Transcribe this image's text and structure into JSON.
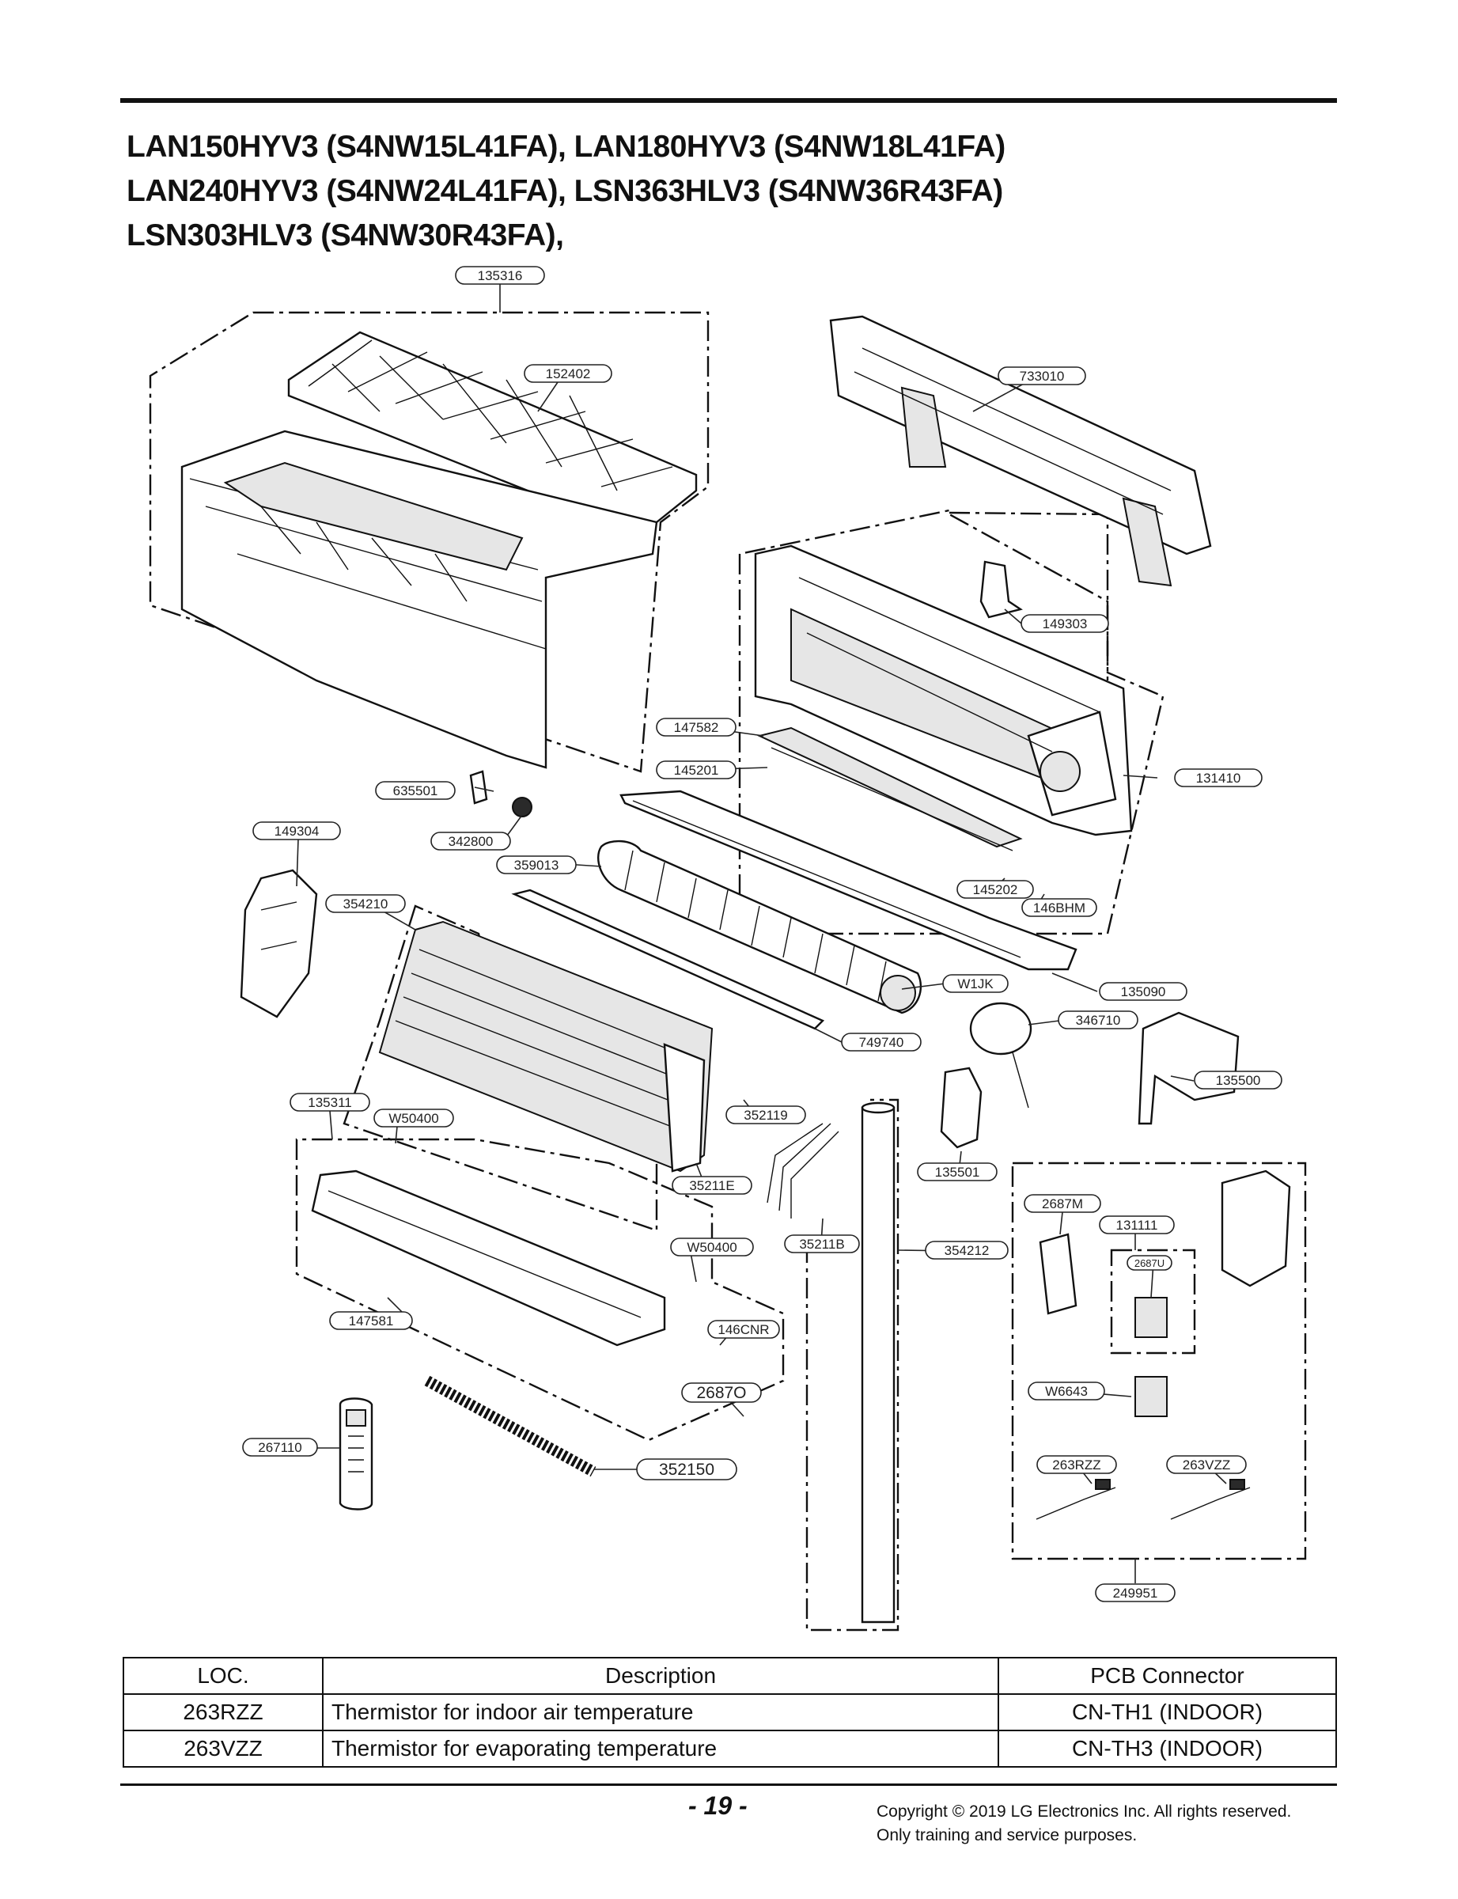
{
  "title_lines": [
    "LAN150HYV3 (S4NW15L41FA), LAN180HYV3 (S4NW18L41FA)",
    "LAN240HYV3 (S4NW24L41FA), LSN363HLV3 (S4NW36R43FA)",
    "LSN303HLV3 (S4NW30R43FA),"
  ],
  "labels": {
    "l135316": "135316",
    "l152402": "152402",
    "l733010": "733010",
    "l149303": "149303",
    "l147582": "147582",
    "l145201": "145201",
    "l131410": "131410",
    "l635501": "635501",
    "l149304": "149304",
    "l342800": "342800",
    "l359013": "359013",
    "l145202": "145202",
    "l146BHM": "146BHM",
    "l354210": "354210",
    "lW1JK": "W1JK",
    "l135090": "135090",
    "l346710": "346710",
    "l749740": "749740",
    "l135500": "135500",
    "l135311": "135311",
    "lW50400a": "W50400",
    "l352119": "352119",
    "l35211E": "35211E",
    "l135501": "135501",
    "l2687M": "2687M",
    "l131111": "131111",
    "l2687U": "2687U",
    "lW50400b": "W50400",
    "l35211B": "35211B",
    "l354212": "354212",
    "l147581": "147581",
    "l146CNR": "146CNR",
    "l2687O": "2687O",
    "lW6643": "W6643",
    "l267110": "267110",
    "l352150": "352150",
    "l263RZZ": "263RZZ",
    "l263VZZ": "263VZZ",
    "l249951": "249951"
  },
  "table": {
    "headers": [
      "LOC.",
      "Description",
      "PCB Connector"
    ],
    "rows": [
      [
        "263RZZ",
        "Thermistor for indoor air temperature",
        "CN-TH1 (INDOOR)"
      ],
      [
        "263VZZ",
        "Thermistor for evaporating temperature",
        "CN-TH3 (INDOOR)"
      ]
    ]
  },
  "footer": {
    "page": "- 19 -",
    "copyright_line1": "Copyright © 2019 LG Electronics Inc. All rights reserved.",
    "copyright_line2": "Only training and service purposes."
  }
}
